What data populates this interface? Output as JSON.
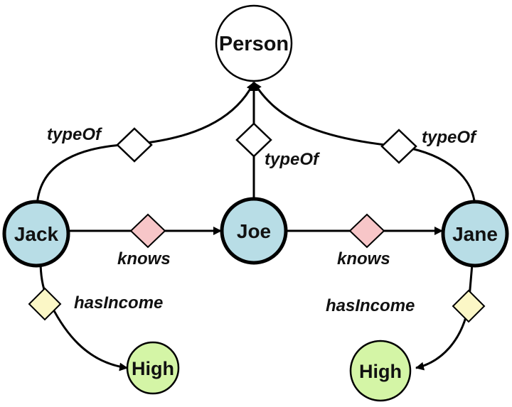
{
  "colors": {
    "background": "#ffffff",
    "stroke": "#000000",
    "class_node_fill": "#ffffff",
    "instance_node_fill": "#b8dde6",
    "value_node_fill": "#d4f5a6",
    "typeof_diamond_fill": "#ffffff",
    "knows_diamond_fill": "#f7c6c8",
    "hasincome_diamond_fill": "#fbf7c6"
  },
  "nodes": {
    "person": "Person",
    "jack": "Jack",
    "joe": "Joe",
    "jane": "Jane",
    "high_left": "High",
    "high_right": "High"
  },
  "edges": {
    "jack_typeof": "typeOf",
    "joe_typeof": "typeOf",
    "jane_typeof": "typeOf",
    "jack_knows_joe": "knows",
    "joe_knows_jane": "knows",
    "jack_hasincome": "hasIncome",
    "jane_hasincome": "hasIncome"
  }
}
